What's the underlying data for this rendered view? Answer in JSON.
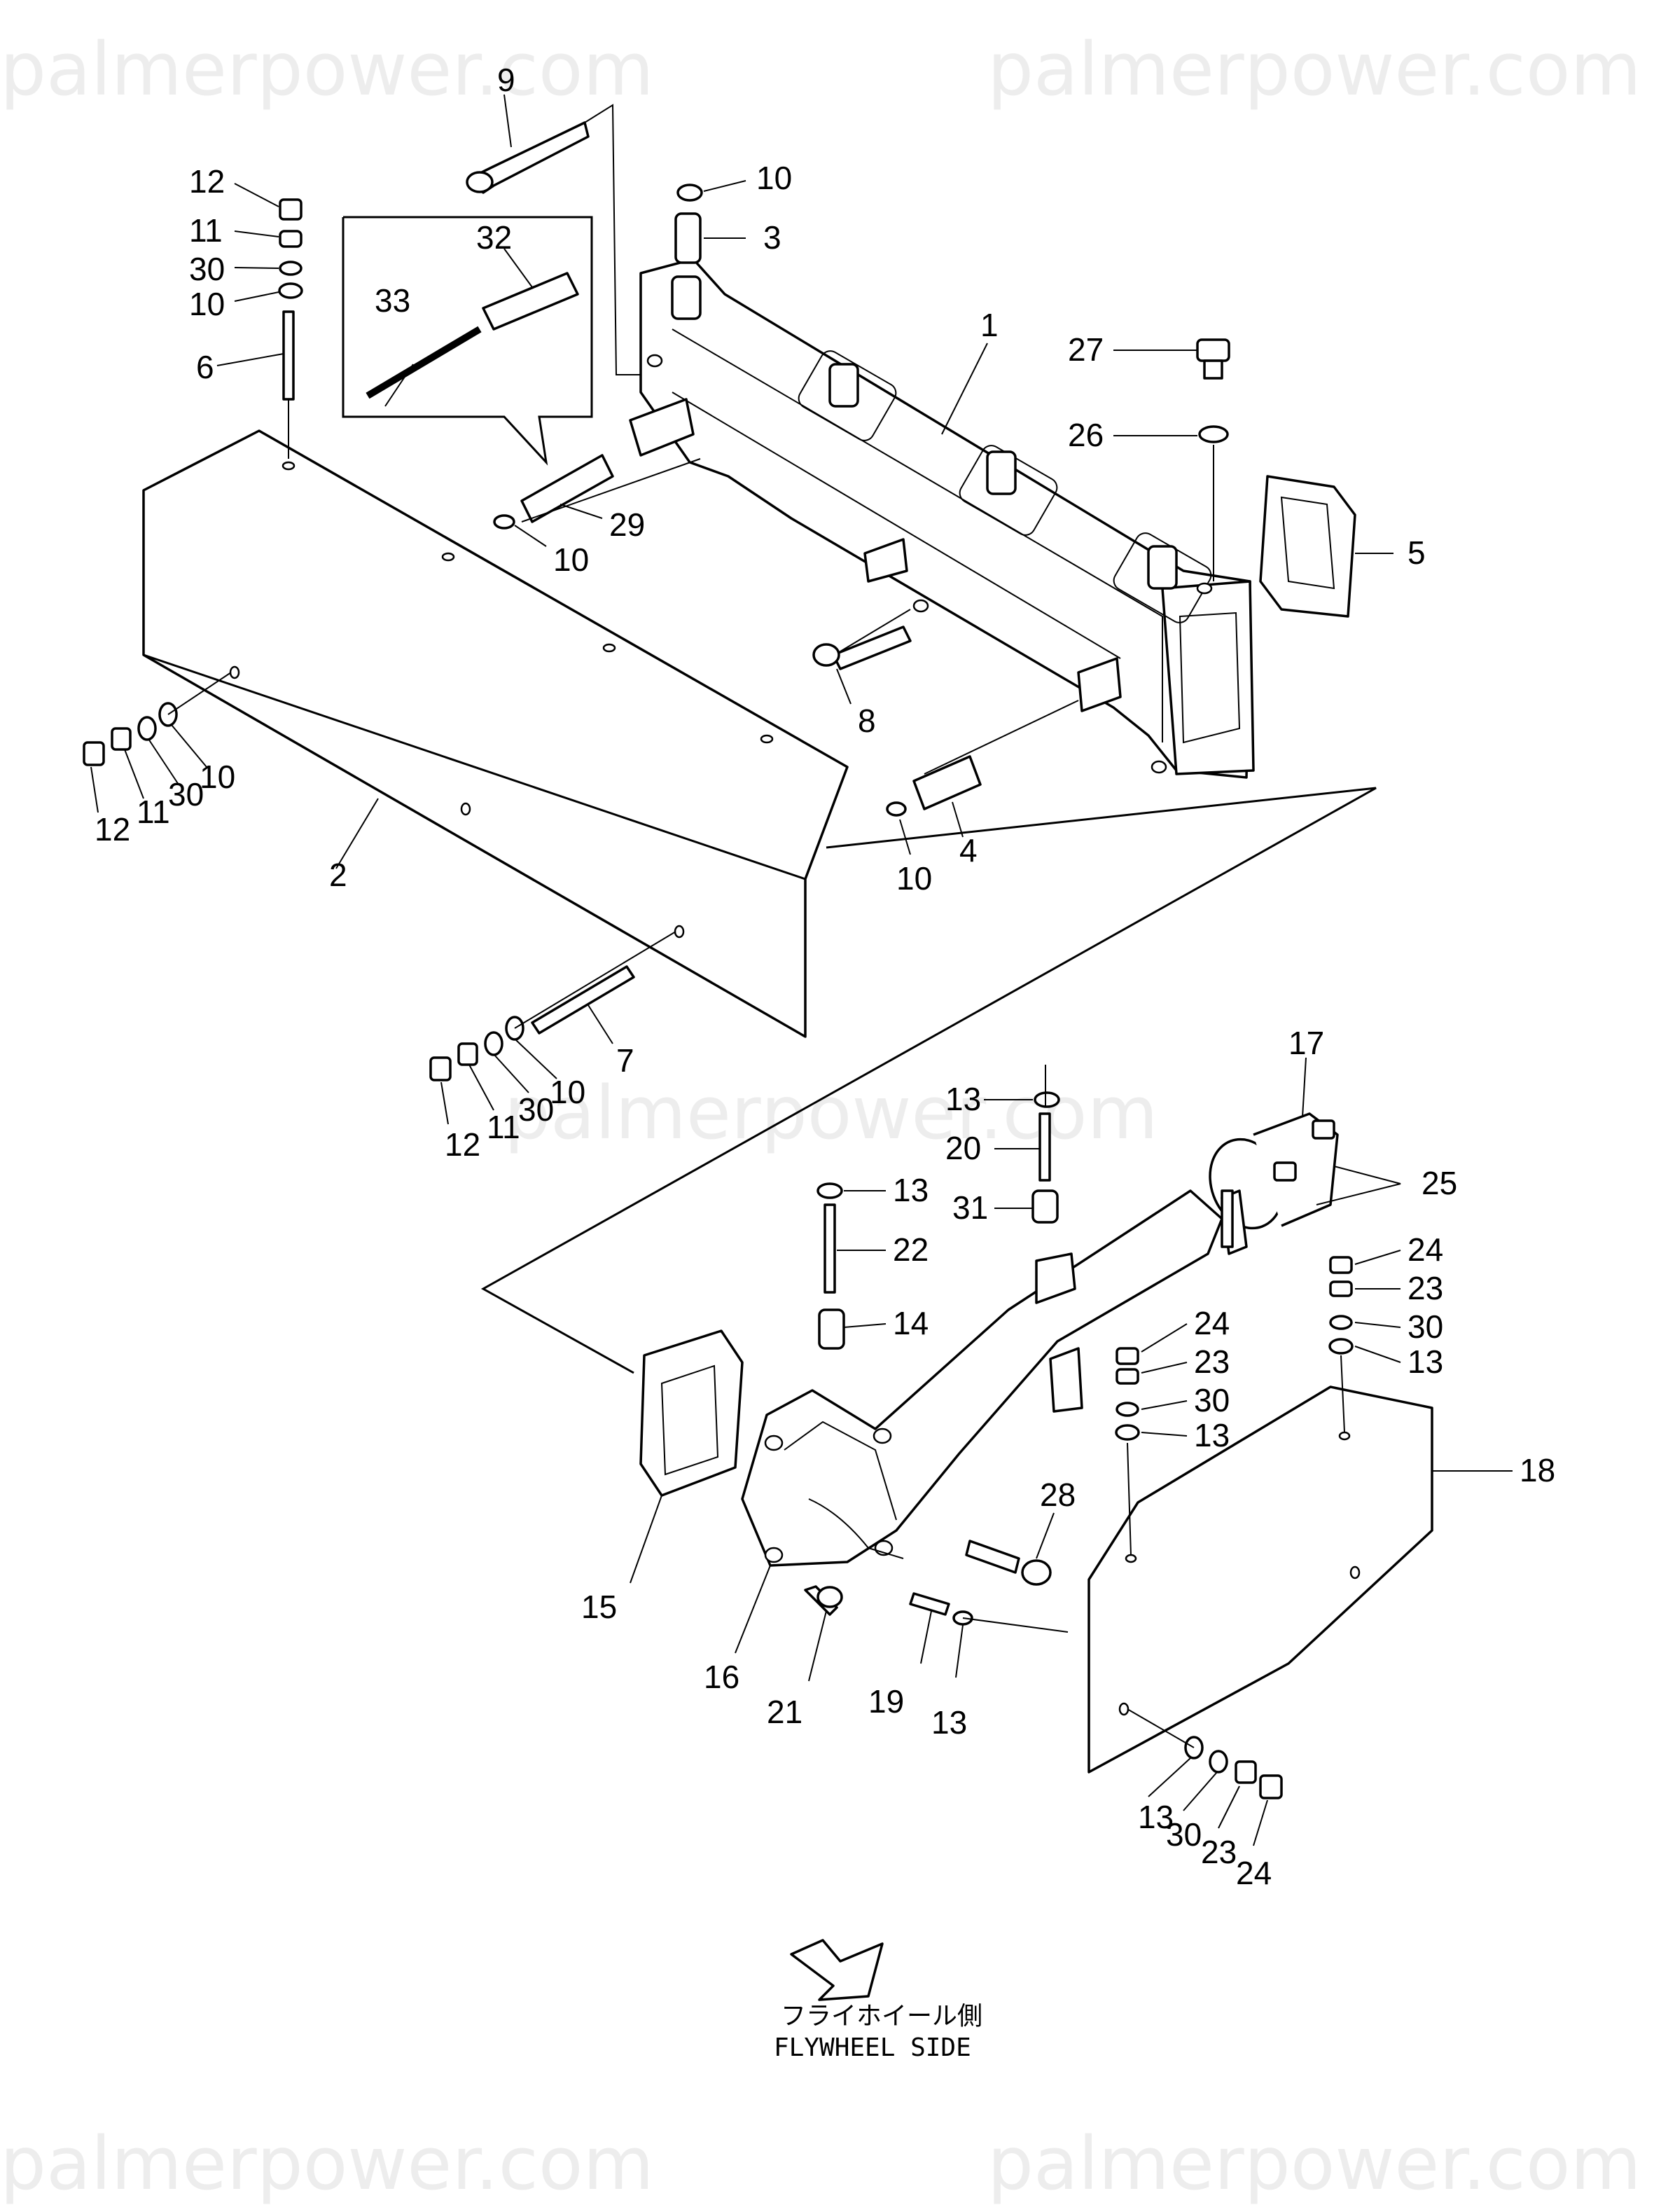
{
  "watermark": "palmerpower.com",
  "callouts": {
    "c1": "1",
    "c2": "2",
    "c3": "3",
    "c4": "4",
    "c5": "5",
    "c6": "6",
    "c7": "7",
    "c8": "8",
    "c9": "9",
    "c10a": "10",
    "c10b": "10",
    "c10c": "10",
    "c10d": "10",
    "c10e": "10",
    "c10f": "10",
    "c11a": "11",
    "c11b": "11",
    "c11c": "11",
    "c12a": "12",
    "c12b": "12",
    "c12c": "12",
    "c13a": "13",
    "c13b": "13",
    "c13c": "13",
    "c13d": "13",
    "c13e": "13",
    "c13f": "13",
    "c14": "14",
    "c15": "15",
    "c16": "16",
    "c17": "17",
    "c18": "18",
    "c19": "19",
    "c20": "20",
    "c21": "21",
    "c22": "22",
    "c23a": "23",
    "c23b": "23",
    "c23c": "23",
    "c24a": "24",
    "c24b": "24",
    "c24c": "24",
    "c25": "25",
    "c26": "26",
    "c27": "27",
    "c28": "28",
    "c29": "29",
    "c30a": "30",
    "c30b": "30",
    "c30c": "30",
    "c30d": "30",
    "c30e": "30",
    "c30f": "30",
    "c31": "31",
    "c32": "32",
    "c33": "33"
  },
  "direction": {
    "label_jp": "フライホイール側",
    "label_en": "FLYWHEEL SIDE",
    "icon": "direction-arrow-icon"
  }
}
